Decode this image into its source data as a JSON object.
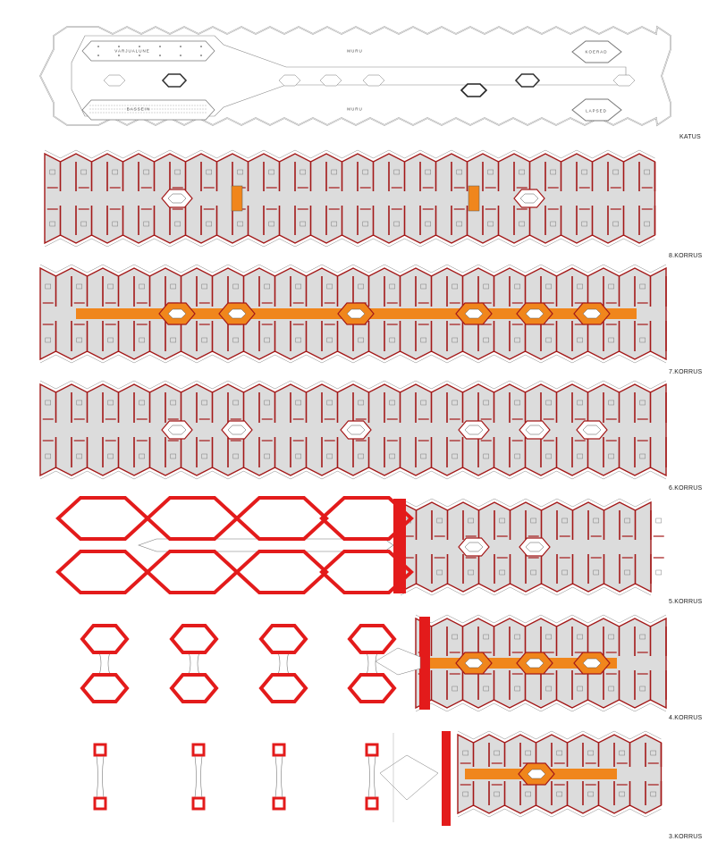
{
  "roof": {
    "labels": {
      "shade": "VARJUALUNE",
      "lawn_top": "MURU",
      "dogs": "KOERAD",
      "pool": "BASSEIN",
      "lawn_bottom": "MURU",
      "kids": "LAPSED"
    }
  },
  "levels": {
    "roof": "KATUS",
    "f8": "8.KORRUS",
    "f7": "7.KORRUS",
    "f6": "6.KORRUS",
    "f5": "5.KORRUS",
    "f4": "4.KORRUS",
    "f3": "3.KORRUS"
  },
  "colors": {
    "wall": "#a31818",
    "corridor": "#f0861c",
    "floor": "#dcdcdc",
    "structure": "#e31b1b"
  }
}
